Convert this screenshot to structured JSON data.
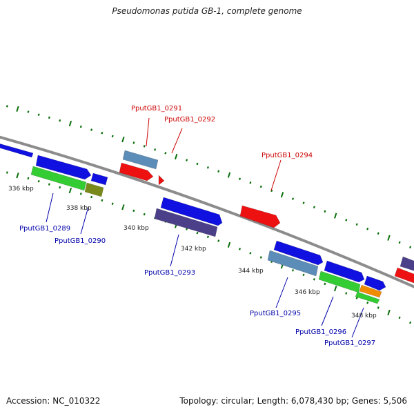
{
  "title": "Pseudomonas putida GB-1, complete genome",
  "footer": {
    "accession": "Accession: NC_010322",
    "topology": "Topology: circular; Length: 6,078,430 bp; Genes: 5,506"
  },
  "ticks": [
    "336 kbp",
    "338 kbp",
    "340 kbp",
    "342 kbp",
    "344 kbp",
    "346 kbp",
    "348 kbp"
  ],
  "labels": {
    "top": [
      "PputGB1_0291",
      "PputGB1_0292",
      "PputGB1_0294"
    ],
    "bottom": [
      "PputGB1_0289",
      "PputGB1_0290",
      "PputGB1_0293",
      "PputGB1_0295",
      "PputGB1_0296",
      "PputGB1_0297"
    ]
  },
  "colors": {
    "backbone": "#8c8c8c",
    "tick": "#0a6e0a",
    "top_label": "#cc0000",
    "bottom_label": "#0000aa",
    "blue": "#1010e0",
    "steel": "#5b8db8",
    "red": "#ee1111",
    "green": "#33cc33",
    "olive": "#7a8a1a",
    "navy": "#4b3f8a",
    "orange": "#f08c00"
  }
}
